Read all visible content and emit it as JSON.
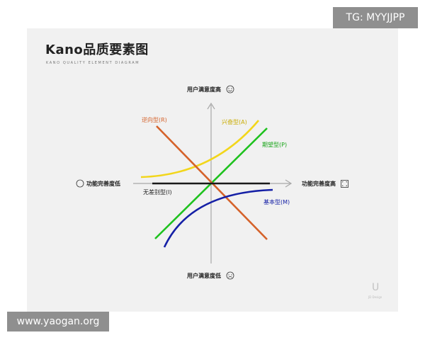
{
  "header": {
    "title": "Kano品质要素图",
    "subtitle": "KANO QUALITY ELEMENT DIAGRAM"
  },
  "badges": {
    "telegram": "TG: MYYJJPP",
    "website": "www.yaogan.org"
  },
  "axes": {
    "top": "用户满意度高",
    "bottom": "用户满意度低",
    "left": "功能完善度低",
    "right": "功能完善度高"
  },
  "curves": {
    "attractive": {
      "label": "兴奋型(A)",
      "color": "#f2d61b"
    },
    "performance": {
      "label": "期望型(P)",
      "color": "#1ec21e"
    },
    "reverse": {
      "label": "逆向型(R)",
      "color": "#d5622a"
    },
    "must_be": {
      "label": "基本型(M)",
      "color": "#1520a6"
    },
    "indifferent": {
      "label": "无差别型(I)",
      "color": "#1a1a1a"
    }
  },
  "watermark": {
    "mark": "U",
    "text": "JD Design"
  },
  "colors": {
    "axis": "#a8a8a8",
    "card": "#f1f1f1",
    "badge": "#8f8f8f"
  },
  "icons": {
    "top": "smile-icon",
    "bottom": "frown-icon",
    "left": "empty-circle-icon",
    "right": "full-square-icon"
  }
}
